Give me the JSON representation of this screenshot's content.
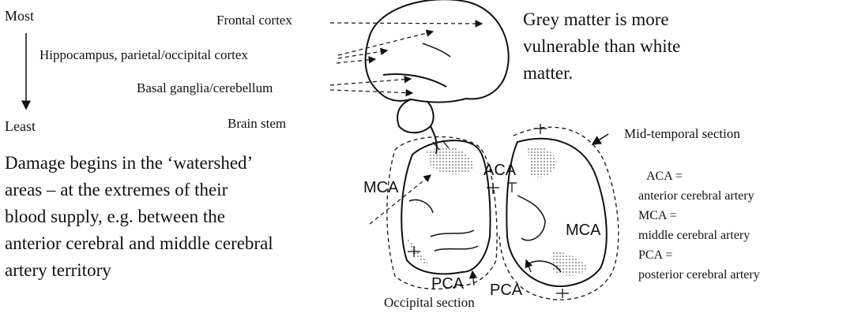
{
  "scale": {
    "most": "Most",
    "least": "Least"
  },
  "vulnerability_labels": {
    "frontal": "Frontal cortex",
    "hippocampus": "Hippocampus, parietal/occipital cortex",
    "basal": "Basal ganglia/cerebellum",
    "brainstem": "Brain stem"
  },
  "grey_matter_note": [
    "Grey matter is more",
    "vulnerable than white",
    "matter."
  ],
  "watershed_note": [
    "Damage begins in the ‘watershed’",
    "areas – at the extremes of their",
    "blood supply, e.g. between the",
    "anterior cerebral and middle cerebral",
    "artery territory"
  ],
  "section_labels": {
    "mid_temporal": "Mid-temporal section",
    "occipital": "Occipital section"
  },
  "artery_labels": {
    "mca_left": "MCA",
    "aca": "ACA",
    "pca_left": "PCA",
    "mca_right": "MCA",
    "pca_right": "PCA"
  },
  "legend": [
    "ACA =",
    "anterior cerebral artery",
    "MCA =",
    "middle cerebral artery",
    "PCA =",
    "posterior cerebral artery"
  ]
}
